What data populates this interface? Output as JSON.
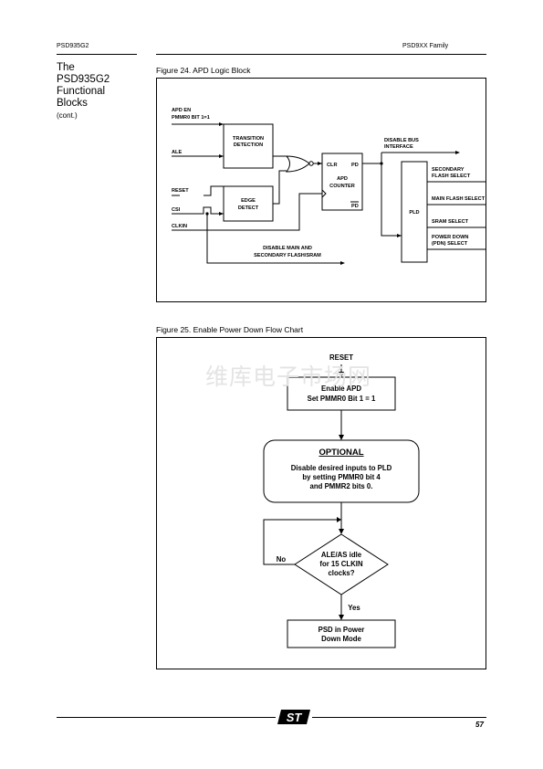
{
  "header": {
    "left": "PSD935G2",
    "right": "PSD9XX Family"
  },
  "sidebar": {
    "title_lines": [
      "The",
      "PSD935G2",
      "Functional",
      "Blocks"
    ],
    "cont": "(cont.)"
  },
  "figure24": {
    "caption": "Figure 24.  APD Logic Block",
    "labels": {
      "apd_en_1": "APD EN",
      "apd_en_2": "PMMR0 BIT 1=1",
      "ale": "ALE",
      "reset": "RESET",
      "csi": "CSI",
      "clkin": "CLKIN",
      "transition_1": "TRANSITION",
      "transition_2": "DETECTION",
      "edge_1": "EDGE",
      "edge_2": "DETECT",
      "clr": "CLR",
      "pd": "PD",
      "pd_bar": "PD",
      "apd_1": "APD",
      "apd_2": "COUNTER",
      "disable_bus_1": "DISABLE BUS",
      "disable_bus_2": "INTERFACE",
      "pld": "PLD",
      "sec_flash_1": "SECONDARY",
      "sec_flash_2": "FLASH SELECT",
      "main_flash": "MAIN FLASH SELECT",
      "sram": "SRAM SELECT",
      "power_down_1": "POWER DOWN",
      "power_down_2": "(PDN) SELECT",
      "disable_main_1": "DISABLE MAIN AND",
      "disable_main_2": "SECONDARY FLASH/SRAM"
    }
  },
  "figure25": {
    "caption": "Figure 25.  Enable Power Down Flow Chart",
    "labels": {
      "reset": "RESET",
      "enable_1": "Enable APD",
      "enable_2": "Set PMMR0 Bit 1 = 1",
      "optional": "OPTIONAL",
      "opt_1": "Disable desired inputs to PLD",
      "opt_2": "by setting PMMR0 bit 4",
      "opt_3": "and PMMR2 bits 0.",
      "dec_1": "ALE/AS idle",
      "dec_2": "for 15 CLKIN",
      "dec_3": "clocks?",
      "no": "No",
      "yes": "Yes",
      "final_1": "PSD in Power",
      "final_2": "Down Mode"
    }
  },
  "watermark": "维库电子市场网",
  "footer": {
    "logo": "ST",
    "page": "57"
  }
}
